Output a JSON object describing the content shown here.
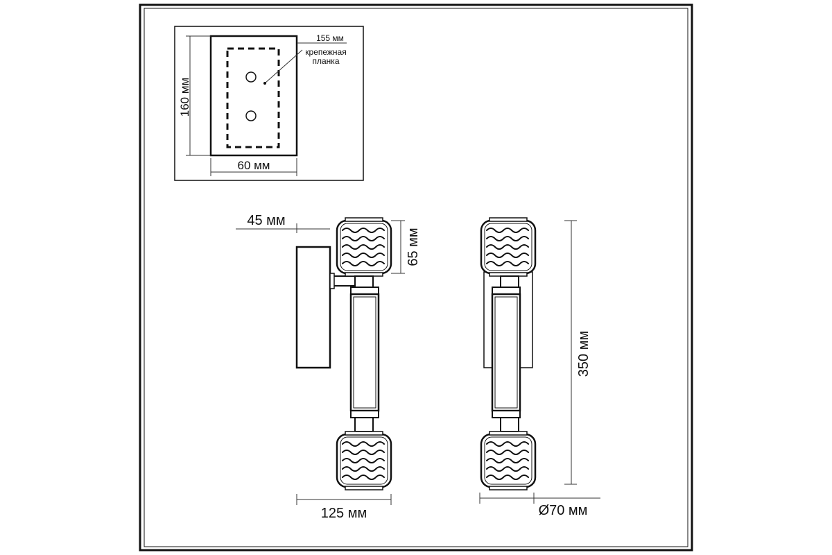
{
  "plate": {
    "width_label": "60 мм",
    "height_label": "160 мм",
    "spacing_label": "155 мм",
    "bracket_label_line1": "крепежная",
    "bracket_label_line2": "планка"
  },
  "side_view": {
    "offset_label": "45 мм",
    "shade_height_label": "65 мм",
    "depth_label": "125 мм"
  },
  "front_view": {
    "height_label": "350 мм",
    "diameter_label": "Ø70 мм"
  }
}
